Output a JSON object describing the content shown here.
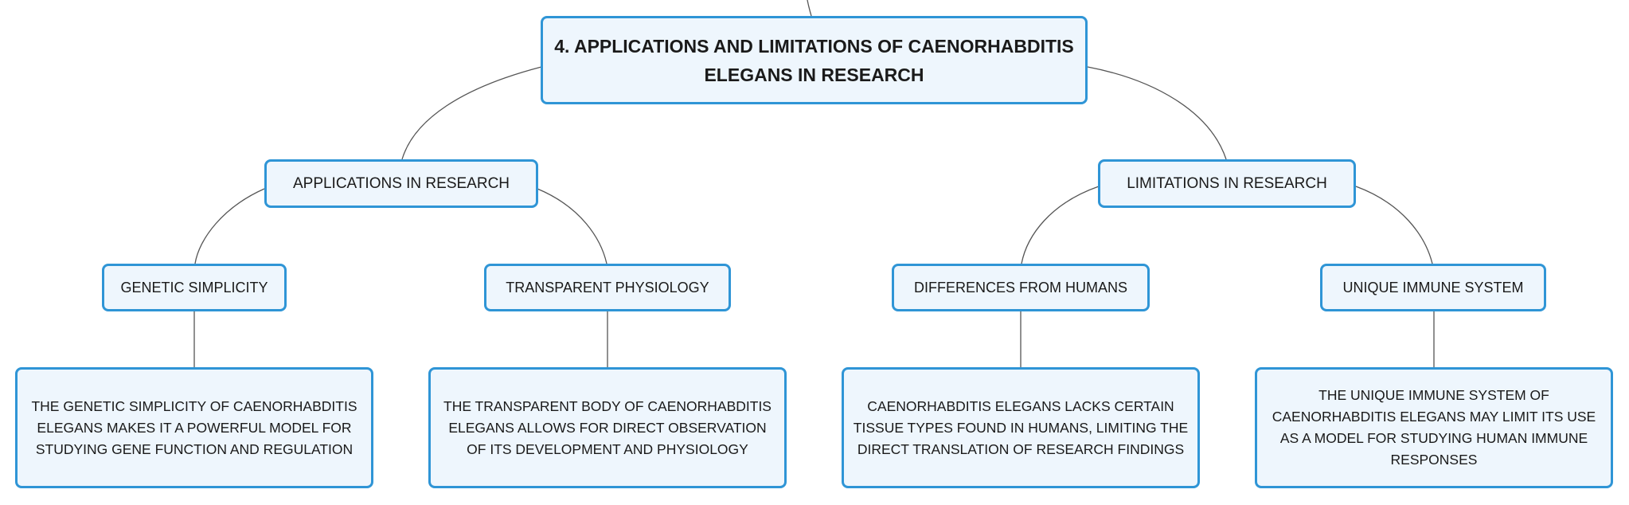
{
  "root": {
    "title": "4. APPLICATIONS AND LIMITATIONS OF CAENORHABDITIS ELEGANS IN RESEARCH"
  },
  "applications": {
    "label": "APPLICATIONS IN RESEARCH",
    "genetic": {
      "label": "GENETIC SIMPLICITY",
      "detail": "THE GENETIC SIMPLICITY OF CAENORHABDITIS ELEGANS MAKES IT A POWERFUL MODEL FOR STUDYING GENE FUNCTION AND REGULATION"
    },
    "transparent": {
      "label": "TRANSPARENT PHYSIOLOGY",
      "detail": "THE TRANSPARENT BODY OF CAENORHABDITIS ELEGANS ALLOWS FOR DIRECT OBSERVATION OF ITS DEVELOPMENT AND PHYSIOLOGY"
    }
  },
  "limitations": {
    "label": "LIMITATIONS IN RESEARCH",
    "differences": {
      "label": "DIFFERENCES FROM HUMANS",
      "detail": "CAENORHABDITIS ELEGANS LACKS CERTAIN TISSUE TYPES FOUND IN HUMANS, LIMITING THE DIRECT TRANSLATION OF RESEARCH FINDINGS"
    },
    "immune": {
      "label": "UNIQUE IMMUNE SYSTEM",
      "detail": "THE UNIQUE IMMUNE SYSTEM OF CAENORHABDITIS ELEGANS MAY LIMIT ITS USE AS A MODEL FOR STUDYING HUMAN IMMUNE RESPONSES"
    }
  },
  "colors": {
    "border": "#2f95d6",
    "fill": "#eef6fd",
    "connector": "#555555"
  }
}
